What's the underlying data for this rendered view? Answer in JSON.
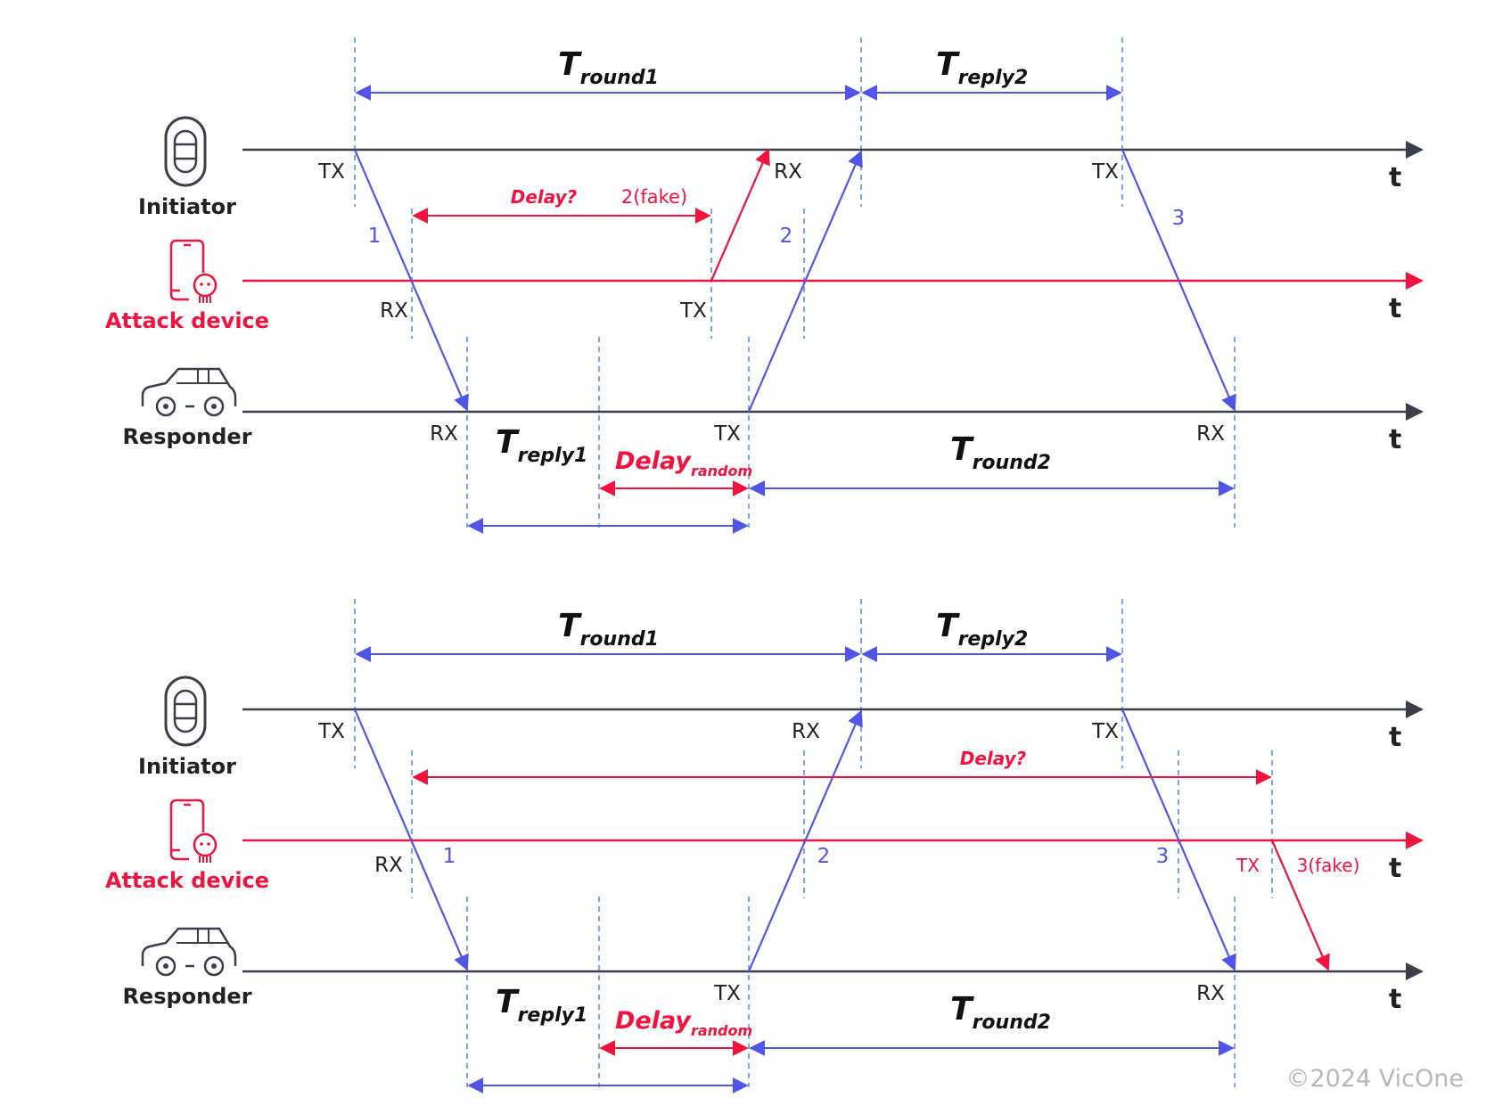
{
  "colors": {
    "timeline": "#3a3f4b",
    "attack": "#f0133e",
    "message": "#5055e8",
    "guide": "#5c8ff2",
    "text": "#222222",
    "copyright": "#b7b7b7"
  },
  "actors": {
    "initiator": {
      "label": "Initiator",
      "icon": "key-fob-icon"
    },
    "attacker": {
      "label": "Attack device",
      "icon": "skull-phone-icon"
    },
    "responder": {
      "label": "Responder",
      "icon": "car-icon"
    }
  },
  "time_axis_label": "t",
  "panel_top": {
    "t_round1": {
      "main": "T",
      "sub": "round1"
    },
    "t_reply2": {
      "main": "T",
      "sub": "reply2"
    },
    "t_reply1": {
      "main": "T",
      "sub": "reply1"
    },
    "t_round2": {
      "main": "T",
      "sub": "round2"
    },
    "delay_random": {
      "main": "Delay",
      "sub": "random"
    },
    "delay_question": "Delay?",
    "fake_msg": "2(fake)",
    "msg1": "1",
    "msg2": "2",
    "msg3": "3",
    "initiator_tx1": "TX",
    "initiator_rx": "RX",
    "initiator_tx2": "TX",
    "attacker_rx": "RX",
    "attacker_tx": "TX",
    "responder_rx1": "RX",
    "responder_tx": "TX",
    "responder_rx2": "RX"
  },
  "panel_bottom": {
    "t_round1": {
      "main": "T",
      "sub": "round1"
    },
    "t_reply2": {
      "main": "T",
      "sub": "reply2"
    },
    "t_reply1": {
      "main": "T",
      "sub": "reply1"
    },
    "t_round2": {
      "main": "T",
      "sub": "round2"
    },
    "delay_random": {
      "main": "Delay",
      "sub": "random"
    },
    "delay_question": "Delay?",
    "fake_msg": "3(fake)",
    "msg1": "1",
    "msg2": "2",
    "msg3": "3",
    "initiator_tx1": "TX",
    "initiator_rx": "RX",
    "initiator_tx2": "TX",
    "attacker_rx": "RX",
    "attacker_tx": "TX",
    "responder_tx": "TX",
    "responder_rx2": "RX"
  },
  "copyright": "©2024 VicOne"
}
